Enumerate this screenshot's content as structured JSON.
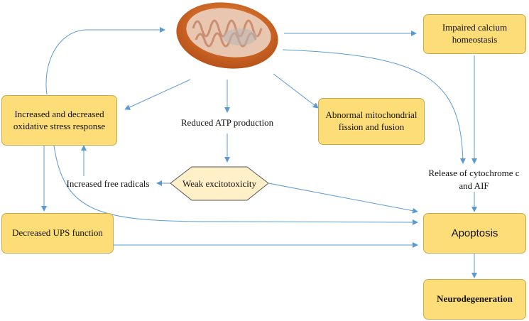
{
  "nodes": {
    "oxidative": "Increased and decreased oxidative stress response",
    "ups": "Decreased UPS function",
    "calcium": "Impaired calcium homeostasis",
    "fission": "Abnormal mitochondrial fission and fusion",
    "apoptosis": "Apoptosis",
    "neuro": "Neurodegeneration",
    "excito": "Weak excitotoxicity"
  },
  "labels": {
    "atp": "Reduced ATP production",
    "radicals": "Increased free radicals",
    "cyto_line1": "Release of cytochrome c",
    "cyto_line2": "and AIF"
  },
  "colors": {
    "box_fill": "#fddd77",
    "hex_fill": "#fff0c8",
    "arrow": "#5b9bd5",
    "mito_outer": "#d86a24",
    "mito_inner": "#e9c6b0"
  },
  "icons": {
    "mitochondrion": "mitochondrion-illustration"
  }
}
